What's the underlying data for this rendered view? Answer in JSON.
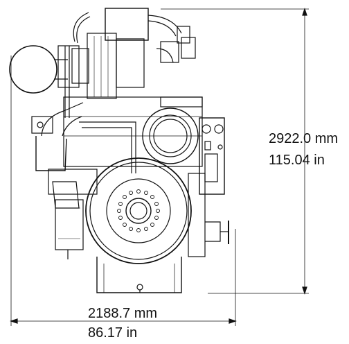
{
  "dimensions": {
    "height": {
      "mm": "2922.0 mm",
      "in": "115.04 in"
    },
    "width": {
      "mm": "2188.7 mm",
      "in": "86.17 in"
    }
  },
  "colors": {
    "line": "#111111",
    "background": "#ffffff"
  }
}
